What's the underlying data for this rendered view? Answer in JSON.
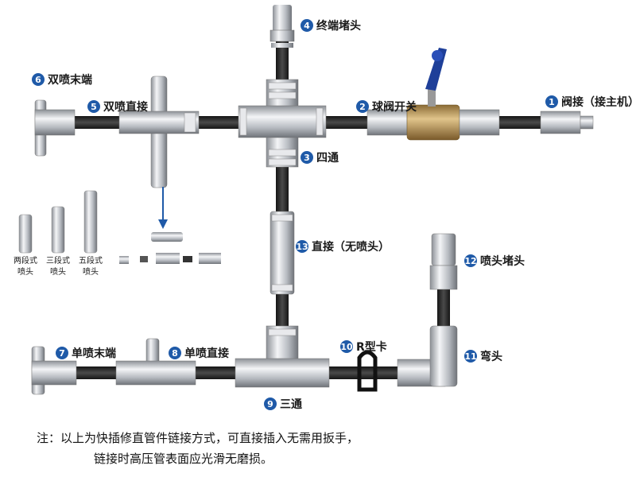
{
  "components": [
    {
      "num": "1",
      "name": "阀接（接主机）"
    },
    {
      "num": "2",
      "name": "球阀开关"
    },
    {
      "num": "3",
      "name": "四通"
    },
    {
      "num": "4",
      "name": "终端堵头"
    },
    {
      "num": "5",
      "name": "双喷直接"
    },
    {
      "num": "6",
      "name": "双喷末端"
    },
    {
      "num": "7",
      "name": "单喷末端"
    },
    {
      "num": "8",
      "name": "单喷直接"
    },
    {
      "num": "9",
      "name": "三通"
    },
    {
      "num": "10",
      "name": "R型卡"
    },
    {
      "num": "11",
      "name": "弯头"
    },
    {
      "num": "12",
      "name": "喷头堵头"
    },
    {
      "num": "13",
      "name": "直接（无喷头）"
    }
  ],
  "nozzles": [
    {
      "line1": "两段式",
      "line2": "喷头"
    },
    {
      "line1": "三段式",
      "line2": "喷头"
    },
    {
      "line1": "五段式",
      "line2": "喷头"
    }
  ],
  "note": {
    "line1": "注：以上为快插修直管件链接方式，可直接插入无需用扳手，",
    "line2": "链接时高压管表面应光滑无磨损。"
  },
  "colors": {
    "badge": "#1f5aa8",
    "hose": "#2b2b2b",
    "metal": "#c9ccd1",
    "brass": "#b08a4a",
    "handle": "#1e3f99"
  }
}
